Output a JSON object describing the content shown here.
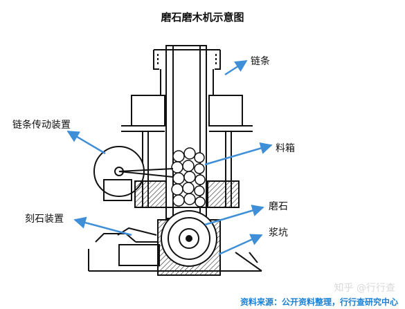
{
  "title": "磨石磨木机示意图",
  "labels": {
    "chain": "链条",
    "chain_drive": "链条传动装置",
    "hopper": "料箱",
    "grindstone": "磨石",
    "engraving": "刻石装置",
    "pulp_pit": "浆坑"
  },
  "watermark": "知乎 @行行查",
  "source": "资料来源：公开资料整理，行行查研究中心",
  "colors": {
    "arrow": "#3f8fd8",
    "ink": "#111111",
    "source": "#1a7fd3"
  }
}
